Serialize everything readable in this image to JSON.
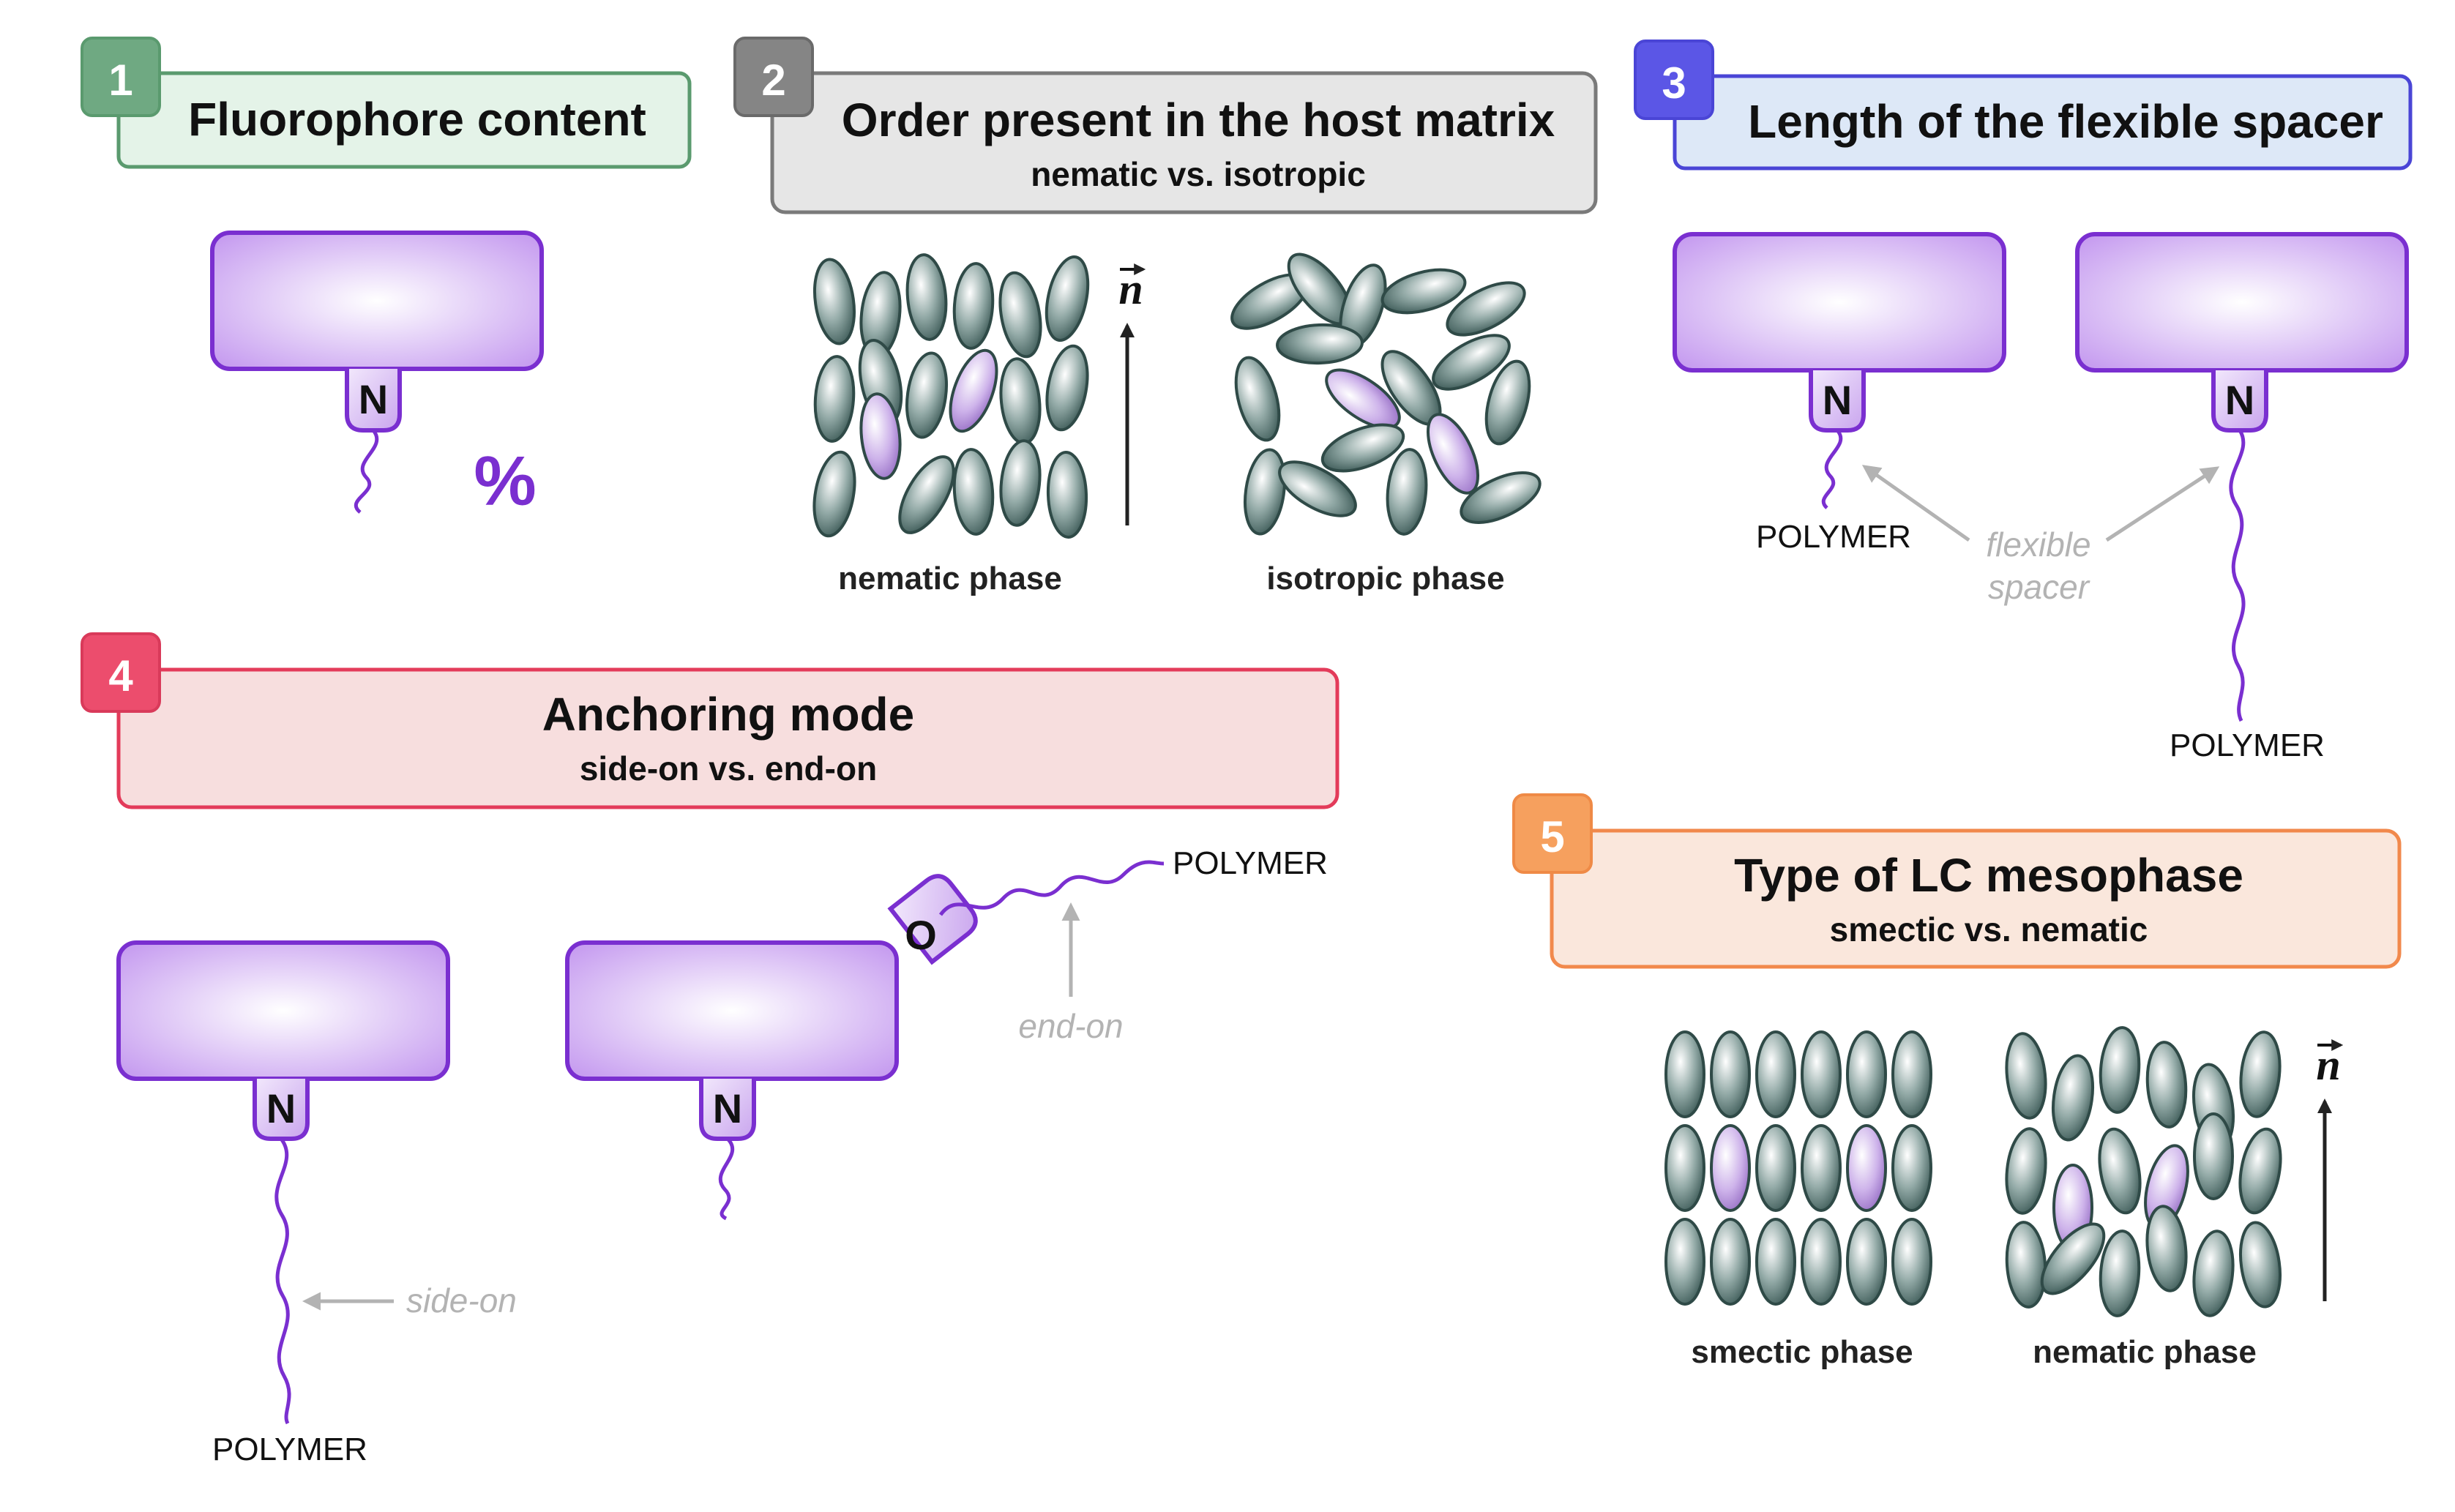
{
  "factors": [
    {
      "number": "1",
      "title": "Fluorophore content",
      "subtitle": "",
      "color": "#5a9a6e",
      "fill": "#e4f3e8"
    },
    {
      "number": "2",
      "title": "Order present in the host matrix",
      "subtitle": "nematic vs. isotropic",
      "color": "#7a7a7a",
      "fill": "#e6e6e6"
    },
    {
      "number": "3",
      "title": "Length of the flexible spacer",
      "subtitle": "",
      "color": "#4a45d6",
      "fill": "#dde8f7"
    },
    {
      "number": "4",
      "title": "Anchoring mode",
      "subtitle": "side-on vs. end-on",
      "color": "#e33b5a",
      "fill": "#f7dede"
    },
    {
      "number": "5",
      "title": "Type of LC mesophase",
      "subtitle": "smectic vs. nematic",
      "color": "#f1894c",
      "fill": "#fae7dc"
    }
  ],
  "labels": {
    "percent": "%",
    "nitrogen": "N",
    "oxygen": "O",
    "polymer": "POLYMER",
    "director": "n",
    "nematic_phase": "nematic phase",
    "isotropic_phase": "isotropic phase",
    "smectic_phase": "smectic phase",
    "flexible_spacer_1": "flexible",
    "flexible_spacer_2": "spacer",
    "side_on": "side-on",
    "end_on": "end-on"
  },
  "colors": {
    "fluorophore_edge": "#7a2fd0",
    "mesogen": "#5f7f7c",
    "mesogen_guest": "#b79ad8",
    "annotation": "#b3b3b3",
    "arrow": "#222222"
  }
}
